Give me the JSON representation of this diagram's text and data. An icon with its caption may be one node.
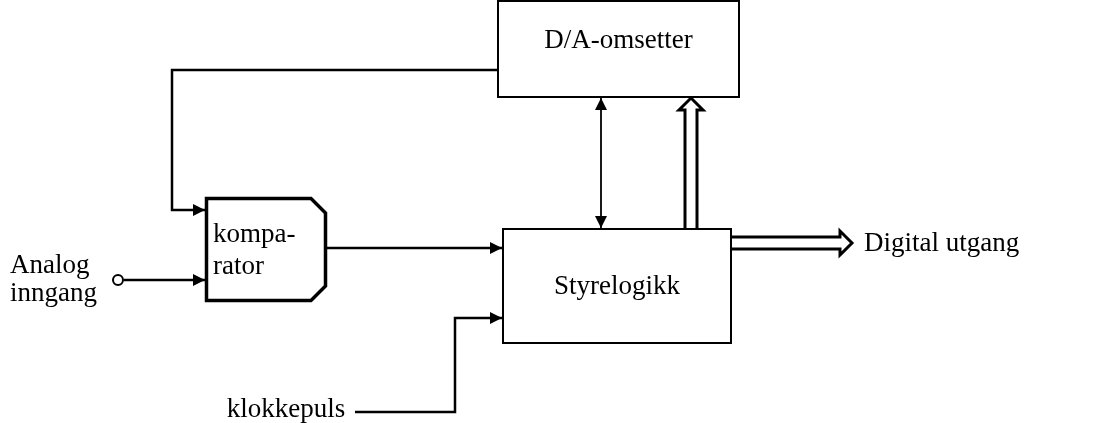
{
  "diagram": {
    "nodes": [
      {
        "text": [
          "D/A-omsetter"
        ]
      },
      {
        "text": [
          "kompa- rator"
        ]
      },
      {
        "text": [],
        "shape": "circle",
        "beside": [
          "Analog inngang"
        ]
      },
      {
        "text": [
          "Styrelogikk"
        ]
      },
      {
        "text": [
          "Digital utgang"
        ]
      },
      {
        "text": [
          "klokkepuls"
        ]
      }
    ],
    "edges": [
      {
        "from": 0,
        "to": 1,
        "arrow": "to"
      },
      {
        "from": 2,
        "to": 1,
        "arrow": "to"
      },
      {
        "from": 1,
        "to": 3,
        "arrow": "to"
      },
      {
        "from": 5,
        "to": 3,
        "arrow": "to"
      },
      {
        "from": 3,
        "to": 0,
        "arrow": "both"
      },
      {
        "from": 3,
        "to": 0,
        "arrow": "to",
        "style": "thick"
      },
      {
        "from": 3,
        "to": 4,
        "arrow": "to",
        "style": "thick"
      }
    ]
  }
}
